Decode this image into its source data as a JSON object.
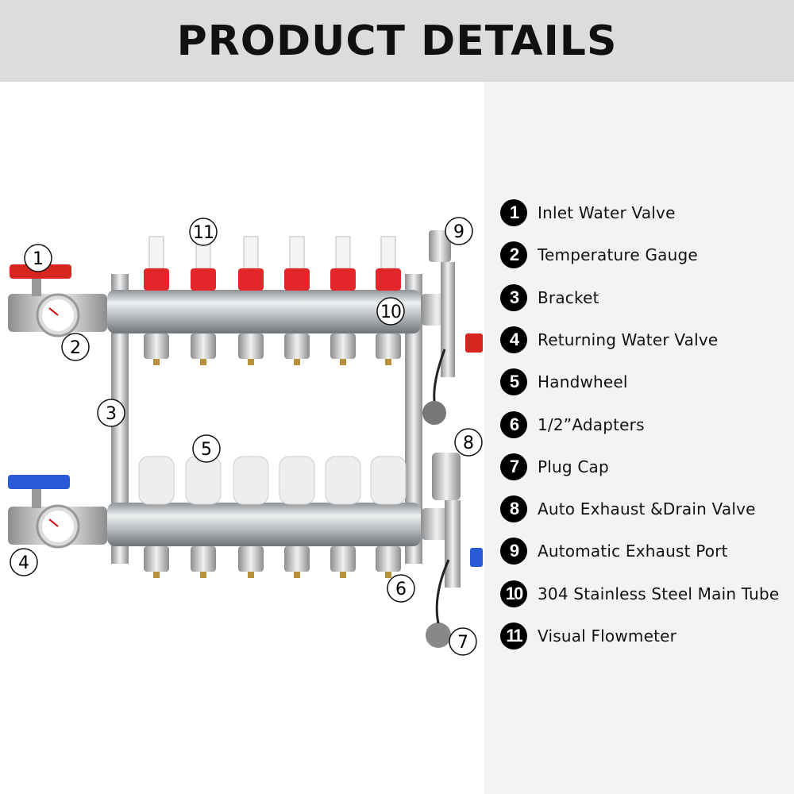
{
  "header": {
    "title": "PRODUCT DETAILS"
  },
  "legend": [
    {
      "num": "1",
      "label": "Inlet Water Valve"
    },
    {
      "num": "2",
      "label": "Temperature Gauge"
    },
    {
      "num": "3",
      "label": "Bracket"
    },
    {
      "num": "4",
      "label": "Returning Water Valve"
    },
    {
      "num": "5",
      "label": "Handwheel"
    },
    {
      "num": "6",
      "label": "1/2”Adapters"
    },
    {
      "num": "7",
      "label": "Plug Cap"
    },
    {
      "num": "8",
      "label": "Auto Exhaust &Drain Valve"
    },
    {
      "num": "9",
      "label": "Automatic Exhaust Port"
    },
    {
      "num": "10",
      "label": "304 Stainless Steel Main Tube"
    },
    {
      "num": "11",
      "label": "Visual Flowmeter"
    }
  ],
  "callouts": [
    "1",
    "2",
    "3",
    "4",
    "5",
    "6",
    "7",
    "8",
    "9",
    "10",
    "11"
  ],
  "colors": {
    "header_bg": "#dcdcdc",
    "panel_bg": "#f3f3f3",
    "red_valve": "#d7261f",
    "blue_valve": "#2a5bd7",
    "steel": "#c9cdd0"
  }
}
